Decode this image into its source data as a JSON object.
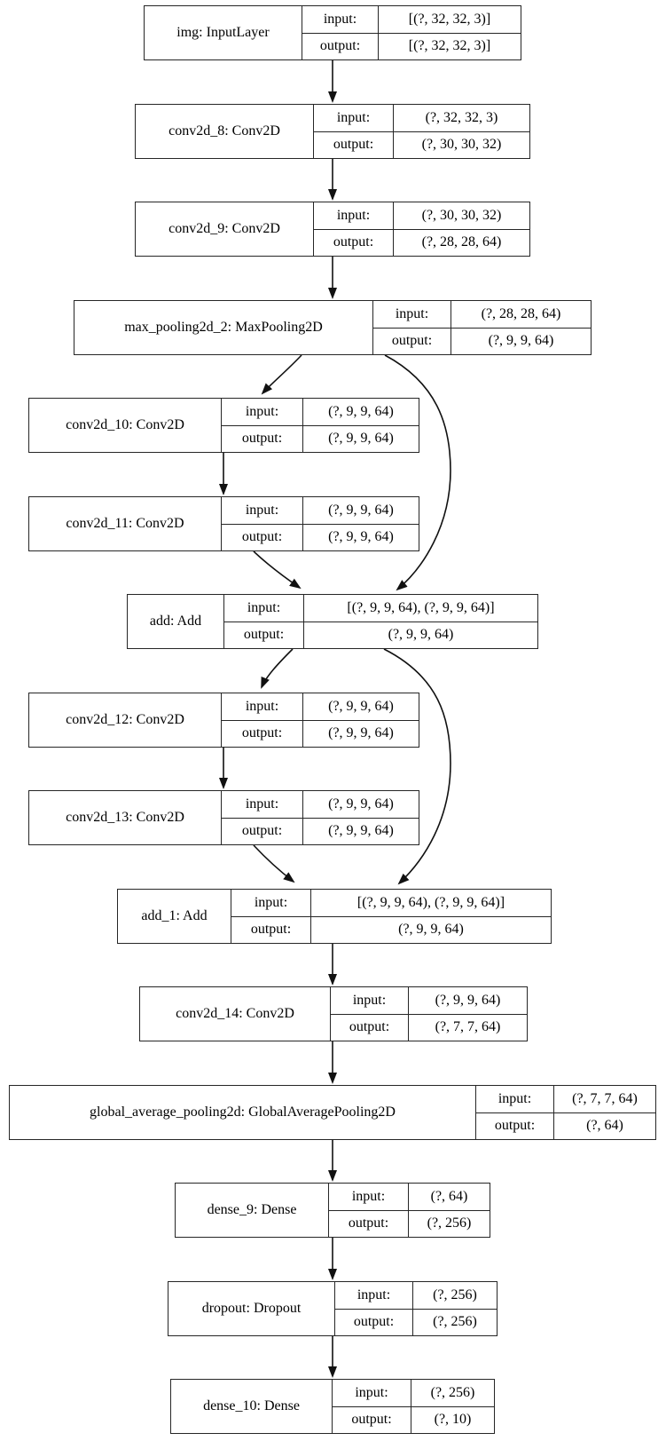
{
  "diagram": {
    "kind": "keras-model-plot",
    "colors": {
      "background": "#ffffff",
      "line": "#111111",
      "border": "#262626",
      "text": "#000000"
    },
    "row_labels": {
      "input": "input:",
      "output": "output:"
    },
    "nodes": [
      {
        "id": "img",
        "label": "img: InputLayer",
        "input_shape": "[(?, 32, 32, 3)]",
        "output_shape": "[(?, 32, 32, 3)]"
      },
      {
        "id": "conv2d_8",
        "label": "conv2d_8: Conv2D",
        "input_shape": "(?, 32, 32, 3)",
        "output_shape": "(?, 30, 30, 32)"
      },
      {
        "id": "conv2d_9",
        "label": "conv2d_9: Conv2D",
        "input_shape": "(?, 30, 30, 32)",
        "output_shape": "(?, 28, 28, 64)"
      },
      {
        "id": "max_pooling2d_2",
        "label": "max_pooling2d_2: MaxPooling2D",
        "input_shape": "(?, 28, 28, 64)",
        "output_shape": "(?, 9, 9, 64)"
      },
      {
        "id": "conv2d_10",
        "label": "conv2d_10: Conv2D",
        "input_shape": "(?, 9, 9, 64)",
        "output_shape": "(?, 9, 9, 64)"
      },
      {
        "id": "conv2d_11",
        "label": "conv2d_11: Conv2D",
        "input_shape": "(?, 9, 9, 64)",
        "output_shape": "(?, 9, 9, 64)"
      },
      {
        "id": "add",
        "label": "add: Add",
        "input_shape": "[(?, 9, 9, 64), (?, 9, 9, 64)]",
        "output_shape": "(?, 9, 9, 64)"
      },
      {
        "id": "conv2d_12",
        "label": "conv2d_12: Conv2D",
        "input_shape": "(?, 9, 9, 64)",
        "output_shape": "(?, 9, 9, 64)"
      },
      {
        "id": "conv2d_13",
        "label": "conv2d_13: Conv2D",
        "input_shape": "(?, 9, 9, 64)",
        "output_shape": "(?, 9, 9, 64)"
      },
      {
        "id": "add_1",
        "label": "add_1: Add",
        "input_shape": "[(?, 9, 9, 64), (?, 9, 9, 64)]",
        "output_shape": "(?, 9, 9, 64)"
      },
      {
        "id": "conv2d_14",
        "label": "conv2d_14: Conv2D",
        "input_shape": "(?, 9, 9, 64)",
        "output_shape": "(?, 7, 7, 64)"
      },
      {
        "id": "global_average_pooling2d",
        "label": "global_average_pooling2d: GlobalAveragePooling2D",
        "input_shape": "(?, 7, 7, 64)",
        "output_shape": "(?, 64)"
      },
      {
        "id": "dense_9",
        "label": "dense_9: Dense",
        "input_shape": "(?, 64)",
        "output_shape": "(?, 256)"
      },
      {
        "id": "dropout",
        "label": "dropout: Dropout",
        "input_shape": "(?, 256)",
        "output_shape": "(?, 256)"
      },
      {
        "id": "dense_10",
        "label": "dense_10: Dense",
        "input_shape": "(?, 256)",
        "output_shape": "(?, 10)"
      }
    ],
    "edges": [
      {
        "from": "img",
        "to": "conv2d_8"
      },
      {
        "from": "conv2d_8",
        "to": "conv2d_9"
      },
      {
        "from": "conv2d_9",
        "to": "max_pooling2d_2"
      },
      {
        "from": "max_pooling2d_2",
        "to": "conv2d_10"
      },
      {
        "from": "max_pooling2d_2",
        "to": "add"
      },
      {
        "from": "conv2d_10",
        "to": "conv2d_11"
      },
      {
        "from": "conv2d_11",
        "to": "add"
      },
      {
        "from": "add",
        "to": "conv2d_12"
      },
      {
        "from": "add",
        "to": "add_1"
      },
      {
        "from": "conv2d_12",
        "to": "conv2d_13"
      },
      {
        "from": "conv2d_13",
        "to": "add_1"
      },
      {
        "from": "add_1",
        "to": "conv2d_14"
      },
      {
        "from": "conv2d_14",
        "to": "global_average_pooling2d"
      },
      {
        "from": "global_average_pooling2d",
        "to": "dense_9"
      },
      {
        "from": "dense_9",
        "to": "dropout"
      },
      {
        "from": "dropout",
        "to": "dense_10"
      }
    ]
  }
}
